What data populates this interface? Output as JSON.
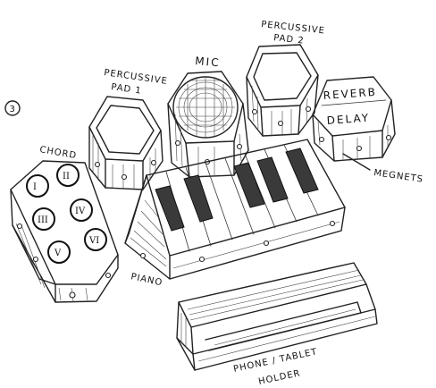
{
  "step_number": "3",
  "labels": {
    "chord": "CHORD",
    "percussive_pad_1": [
      "PERCUSSIVE",
      "PAD 1"
    ],
    "mic": "MIC",
    "percussive_pad_2": [
      "PERCUSSIVE",
      "PAD 2"
    ],
    "reverb": "REVERB",
    "delay": "DELAY",
    "magnets": "MEGNETS",
    "piano": "PIANO",
    "holder": [
      "PHONE / TABLET",
      "HOLDER"
    ]
  },
  "chord_buttons": [
    "I",
    "II",
    "III",
    "IV",
    "V",
    "VI"
  ]
}
